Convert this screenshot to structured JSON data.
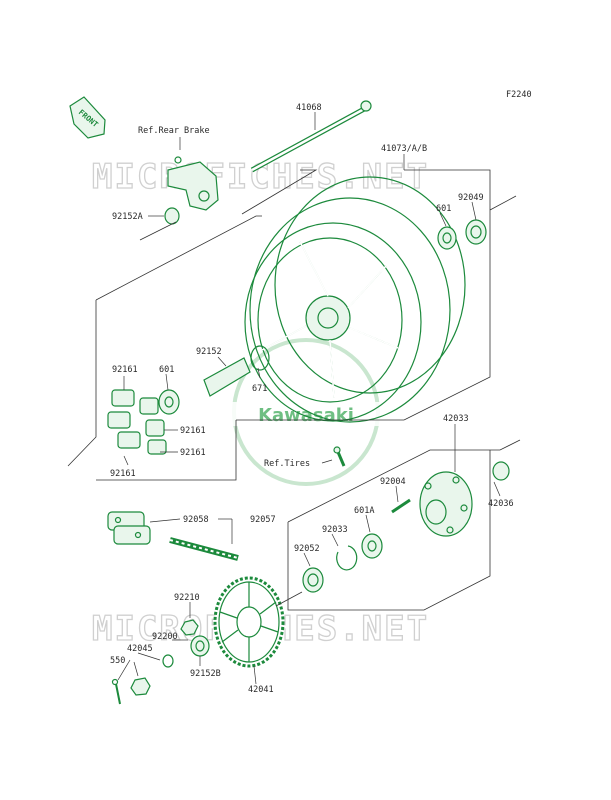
{
  "figure_code": "F2240",
  "front_tag": "FRONT",
  "watermark_text": "MICROFICHES.NET",
  "brand_logo_text": "Kawasaki",
  "labels": {
    "p41068": "41068",
    "ref_rear_brake": "Ref.Rear Brake",
    "p41073": "41073/A/B",
    "p92152A": "92152A",
    "p601_top": "601",
    "p92049": "92049",
    "p92152": "92152",
    "p92161_top": "92161",
    "p601_left": "601",
    "p671": "671",
    "p92161_r1": "92161",
    "p92161_r2": "92161",
    "p92161_bottom": "92161",
    "ref_tires": "Ref.Tires",
    "p42033": "42033",
    "p92004": "92004",
    "p42036": "42036",
    "p601A": "601A",
    "p92033": "92033",
    "p92058": "92058",
    "p92057": "92057",
    "p92052": "92052",
    "p92210": "92210",
    "p92200": "92200",
    "p42045": "42045",
    "p550": "550",
    "p92152B": "92152B",
    "p42041": "42041"
  },
  "colors": {
    "part_line": "#1c8a3c",
    "label_text": "#2a2a2a",
    "watermark": "#d0d0d0"
  }
}
